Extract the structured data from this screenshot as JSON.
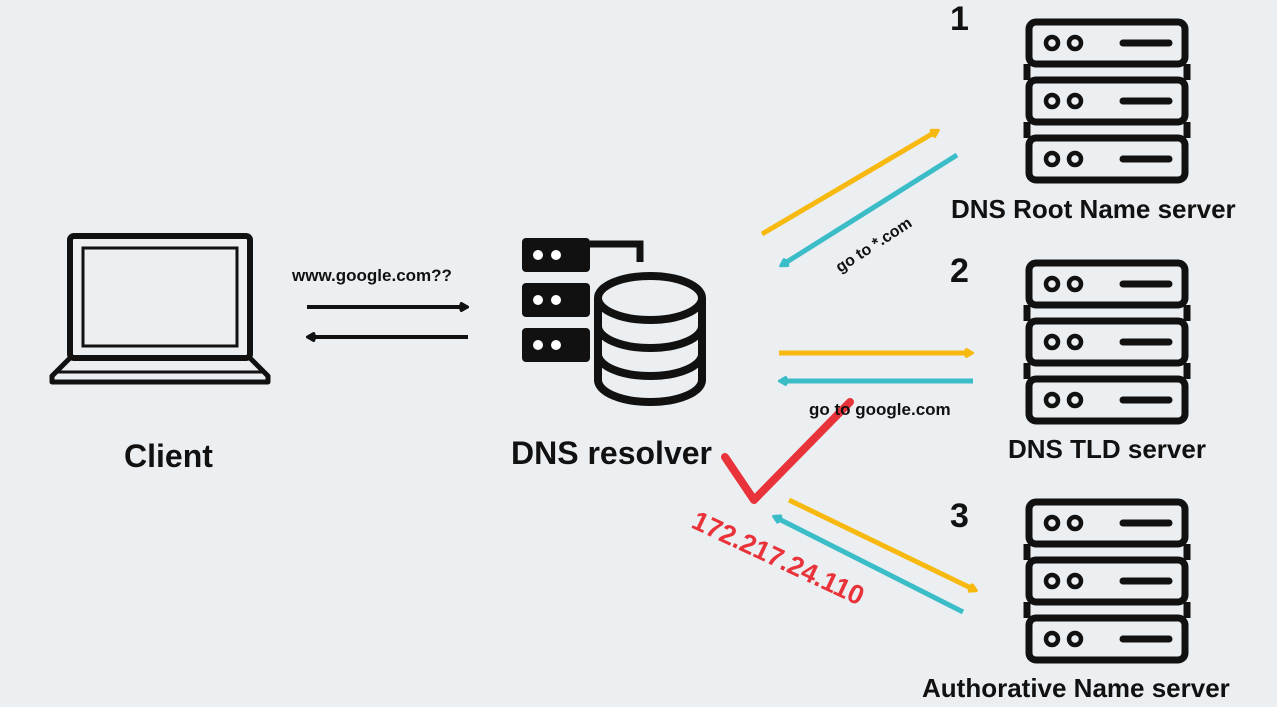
{
  "client": {
    "label": "Client"
  },
  "resolver": {
    "label": "DNS resolver"
  },
  "query": {
    "text": "www.google.com??"
  },
  "servers": [
    {
      "step": "1",
      "label": "DNS Root Name server"
    },
    {
      "step": "2",
      "label": "DNS TLD server"
    },
    {
      "step": "3",
      "label": "Authorative Name server"
    }
  ],
  "responses": {
    "root": "go to *.com",
    "tld": "go to google.com",
    "ip": "172.217.24.110"
  },
  "colors": {
    "request": "#f7b90f",
    "response": "#3bbdc8",
    "answer": "#e8333a",
    "icon": "#111111",
    "background": "#eceff1"
  }
}
